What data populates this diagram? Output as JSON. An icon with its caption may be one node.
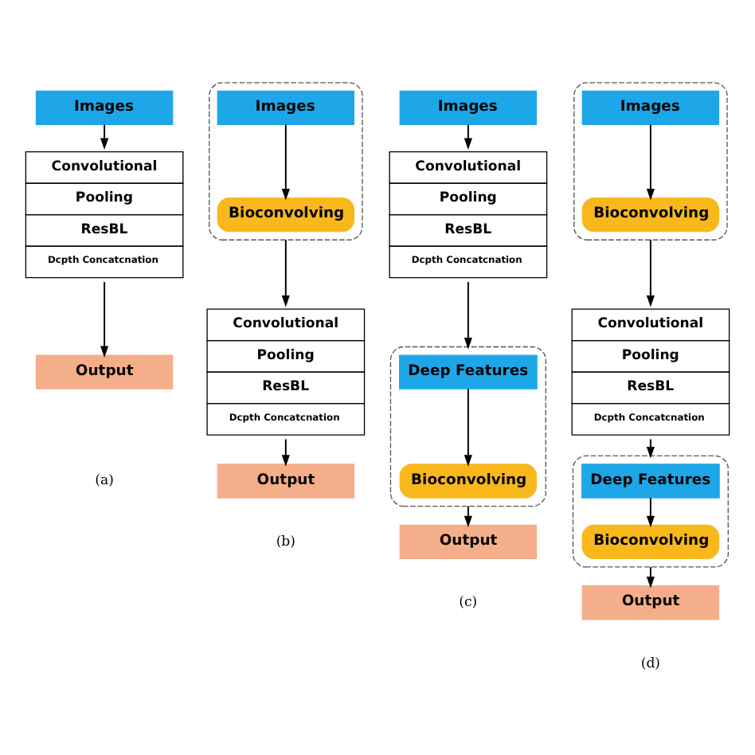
{
  "diagram": {
    "nodes": [
      {
        "text": [
          "Images"
        ]
      },
      {
        "text": [
          "Convolutional",
          "Pooling",
          "ResBL",
          "Dcpth Concatcnation"
        ]
      },
      {
        "text": [
          "Output"
        ]
      },
      {
        "text": [],
        "shape": "box"
      },
      {
        "text": [
          "Images"
        ],
        "in": 3
      },
      {
        "text": [
          "Bioconvolving"
        ],
        "in": 3
      },
      {
        "text": [
          "Convolutional",
          "Pooling",
          "ResBL",
          "Dcpth Concatcnation"
        ]
      },
      {
        "text": [
          "Output"
        ]
      },
      {
        "text": [
          "Images"
        ]
      },
      {
        "text": [
          "Convolutional",
          "Pooling",
          "ResBL",
          "Dcpth Concatcnation"
        ]
      },
      {
        "text": [],
        "shape": "box"
      },
      {
        "text": [
          "Deep Features"
        ],
        "in": 10
      },
      {
        "text": [
          "Bioconvolving"
        ],
        "in": 10
      },
      {
        "text": [
          "Output"
        ]
      },
      {
        "text": [],
        "shape": "box"
      },
      {
        "text": [
          "Images"
        ],
        "in": 14
      },
      {
        "text": [
          "Bioconvolving"
        ],
        "in": 14
      },
      {
        "text": [
          "Convolutional",
          "Pooling",
          "ResBL",
          "Dcpth Concatcnation"
        ]
      },
      {
        "text": [],
        "shape": "box"
      },
      {
        "text": [
          "Deep Features"
        ],
        "in": 18
      },
      {
        "text": [
          "Bioconvolving"
        ],
        "in": 18
      },
      {
        "text": [
          "Output"
        ]
      }
    ],
    "edges": [
      {
        "from": 0,
        "to": 1,
        "arrow": "to"
      },
      {
        "from": 1,
        "to": 2,
        "arrow": "to"
      },
      {
        "from": 4,
        "to": 5,
        "arrow": "to"
      },
      {
        "from": 3,
        "to": 6,
        "arrow": "to"
      },
      {
        "from": 6,
        "to": 7,
        "arrow": "to"
      },
      {
        "from": 8,
        "to": 9,
        "arrow": "to"
      },
      {
        "from": 9,
        "to": 10,
        "arrow": "to"
      },
      {
        "from": 11,
        "to": 12,
        "arrow": "to"
      },
      {
        "from": 10,
        "to": 13,
        "arrow": "to"
      },
      {
        "from": 15,
        "to": 16,
        "arrow": "to"
      },
      {
        "from": 14,
        "to": 17,
        "arrow": "to"
      },
      {
        "from": 17,
        "to": 18,
        "arrow": "to"
      },
      {
        "from": 19,
        "to": 20,
        "arrow": "to"
      },
      {
        "from": 18,
        "to": 21,
        "arrow": "to"
      }
    ],
    "labels": [
      "(a)",
      "(b)",
      "(c)",
      "(d)"
    ]
  }
}
